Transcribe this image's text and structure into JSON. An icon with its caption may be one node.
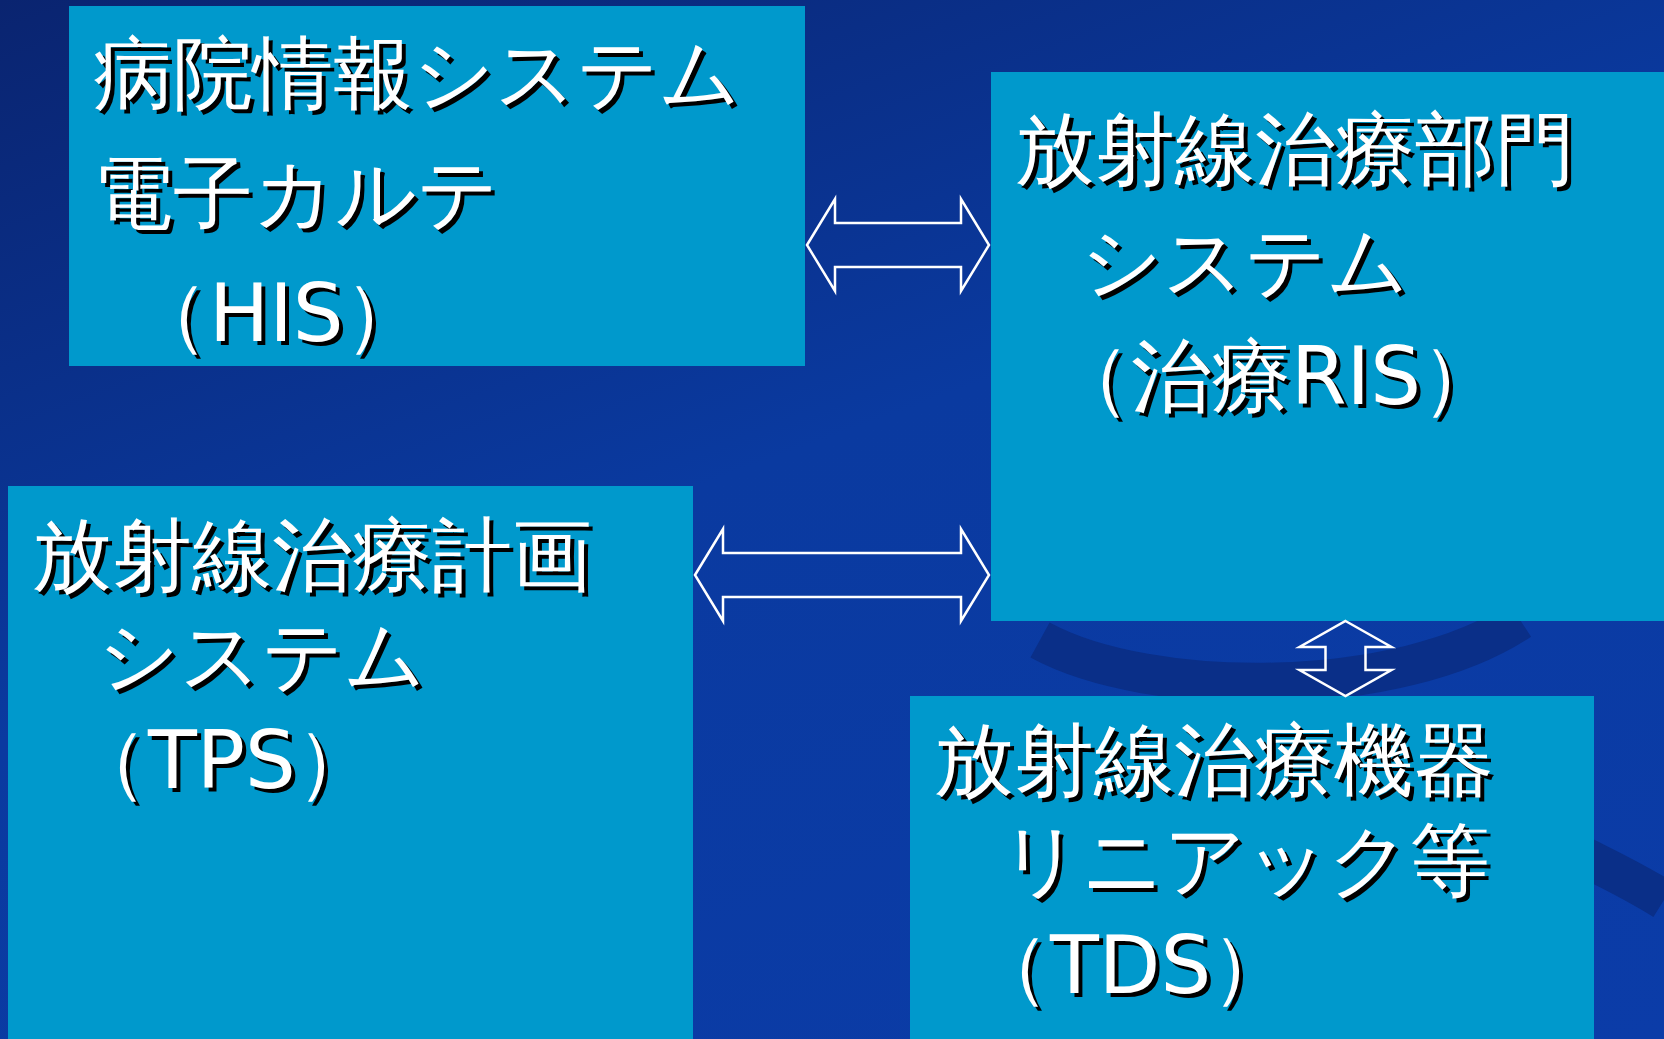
{
  "diagram": {
    "nodes": [
      {
        "text": [
          "病院情報システム",
          "電子カルテ",
          "（HIS）"
        ]
      },
      {
        "text": [
          "放射線治療部門",
          "システム",
          "（治療RIS）"
        ]
      },
      {
        "text": [
          "放射線治療計画",
          "システム",
          "（TPS）"
        ]
      },
      {
        "text": [
          "放射線治療機器",
          "リニアック等",
          "（TDS）"
        ]
      }
    ],
    "edges": [
      {
        "from": 0,
        "to": 1,
        "arrow": "both"
      },
      {
        "from": 2,
        "to": 1,
        "arrow": "both"
      },
      {
        "from": 1,
        "to": 3,
        "arrow": "both"
      }
    ]
  }
}
